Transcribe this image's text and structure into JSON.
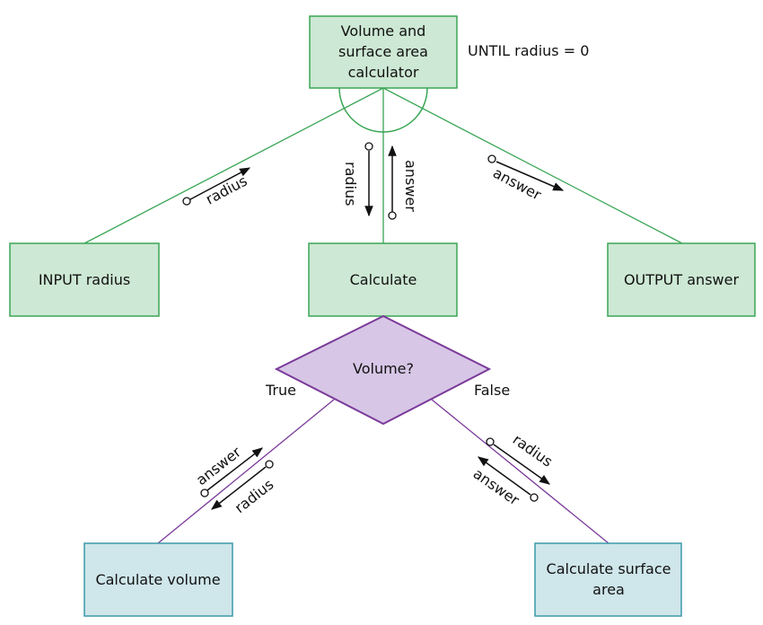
{
  "colors": {
    "green_fill": "#cde8d4",
    "green_stroke": "#3aa655",
    "purple_fill": "#d7c6e6",
    "purple_stroke": "#7a3a9a",
    "blue_fill": "#cfe6ea",
    "blue_stroke": "#3a9aaa",
    "green_line": "#3aa655",
    "purple_line": "#7a3a9a",
    "arrow": "#111111"
  },
  "nodes": {
    "top": {
      "lines": [
        "Volume and",
        "surface area",
        "calculator"
      ]
    },
    "input": {
      "label": "INPUT radius"
    },
    "calculate": {
      "label": "Calculate"
    },
    "output": {
      "label": "OUTPUT answer"
    },
    "decision": {
      "label": "Volume?"
    },
    "calc_volume": {
      "label": "Calculate volume"
    },
    "calc_surface": {
      "lines": [
        "Calculate surface",
        "area"
      ]
    }
  },
  "annotations": {
    "until": "UNTIL radius = 0",
    "true_label": "True",
    "false_label": "False"
  },
  "flows": {
    "input_radius": "radius",
    "calc_radius": "radius",
    "calc_answer": "answer",
    "output_answer": "answer",
    "vol_answer": "answer",
    "vol_radius": "radius",
    "surf_radius": "radius",
    "surf_answer": "answer"
  }
}
